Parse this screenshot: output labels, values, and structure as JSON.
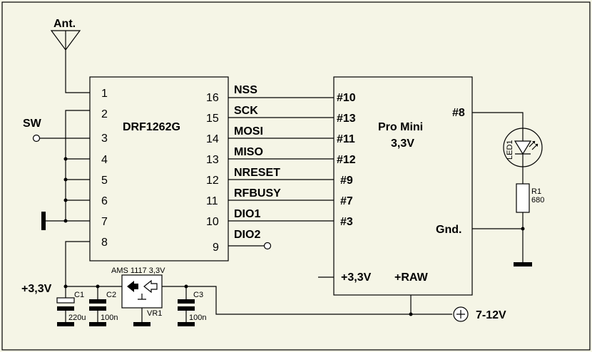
{
  "schematic": {
    "antenna_label": "Ant.",
    "sw_label": "SW",
    "supply_33_label": "+3,3V",
    "supply_in_label": "7-12V",
    "drf": {
      "name": "DRF1262G",
      "left_pins": [
        "1",
        "2",
        "3",
        "4",
        "5",
        "6",
        "7",
        "8"
      ],
      "right_pins": [
        "16",
        "15",
        "14",
        "13",
        "12",
        "11",
        "10",
        "9"
      ]
    },
    "signals": [
      "NSS",
      "SCK",
      "MOSI",
      "MISO",
      "NRESET",
      "RFBUSY",
      "DIO1",
      "DIO2"
    ],
    "promini": {
      "name_line1": "Pro Mini",
      "name_line2": "3,3V",
      "pins_left": [
        "#10",
        "#13",
        "#11",
        "#12",
        "#9",
        "#7",
        "#3"
      ],
      "pin_led": "#8",
      "pin_gnd": "Gnd.",
      "pin_33": "+3,3V",
      "pin_raw": "+RAW"
    },
    "regulator": {
      "label": "AMS 1117 3,3V",
      "ref": "VR1"
    },
    "led": {
      "ref": "LED1"
    },
    "resistor": {
      "ref": "R1",
      "value": "680"
    },
    "capacitors": [
      {
        "ref": "C1",
        "value": "220u"
      },
      {
        "ref": "C2",
        "value": "100n"
      },
      {
        "ref": "C3",
        "value": "100n"
      }
    ]
  }
}
